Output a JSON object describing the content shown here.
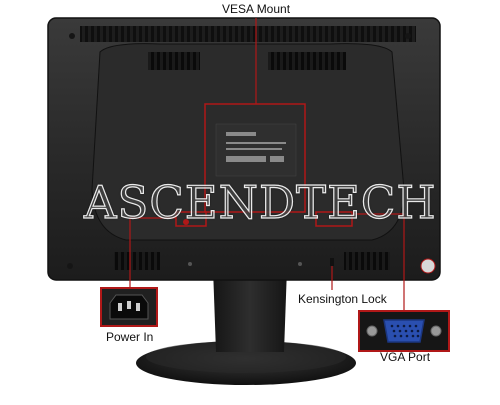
{
  "image": {
    "description": "Rear view of a black LCD monitor on a round stand with callouts for its ports and mounts",
    "colors": {
      "background": "#ffffff",
      "monitor_body": "#262626",
      "callout_line": "#b01818",
      "stand": "#1e1e1e"
    }
  },
  "callouts": {
    "vesa_mount": "VESA Mount",
    "power_in": "Power In",
    "kensington_lock": "Kensington Lock",
    "vga_port": "VGA Port"
  },
  "watermark": {
    "text": "ASCENDTECH"
  }
}
